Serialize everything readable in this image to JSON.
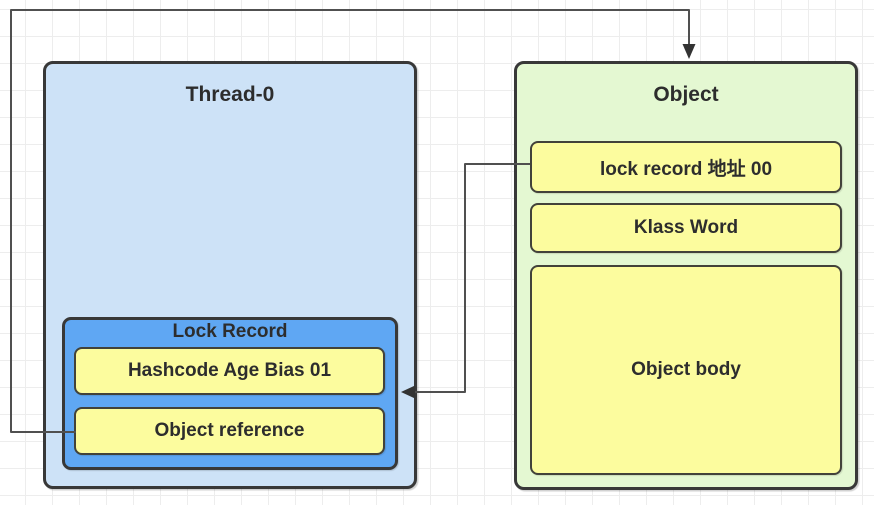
{
  "diagram": {
    "thread_box": {
      "title": "Thread-0",
      "lock_record": {
        "title": "Lock Record",
        "cells": [
          {
            "id": "hashcode-age-bias",
            "label": "Hashcode Age Bias 01"
          },
          {
            "id": "object-reference",
            "label": "Object reference"
          }
        ]
      }
    },
    "object_box": {
      "title": "Object",
      "cells": [
        {
          "id": "lock-record-address",
          "label": "lock record 地址 00"
        },
        {
          "id": "klass-word",
          "label": "Klass Word"
        },
        {
          "id": "object-body",
          "label": "Object body"
        }
      ]
    },
    "connectors": [
      {
        "id": "object-reference-to-object",
        "from": "Object reference",
        "to": "Object",
        "arrow_direction": "down"
      },
      {
        "id": "lock-record-address-to-lock-record",
        "from": "lock record 地址 00",
        "to": "Lock Record",
        "arrow_direction": "left"
      }
    ],
    "colors": {
      "background": "#ffffff",
      "grid_line": "#ededed",
      "thread_box_fill": "#cde2f7",
      "lock_record_fill": "#5fa7f3",
      "object_box_fill": "#e4f8d2",
      "cell_fill": "#fcfc9e",
      "box_border": "#383838",
      "cell_border": "#42423a",
      "connector": "#505050",
      "text": "#2d2d2d"
    }
  }
}
